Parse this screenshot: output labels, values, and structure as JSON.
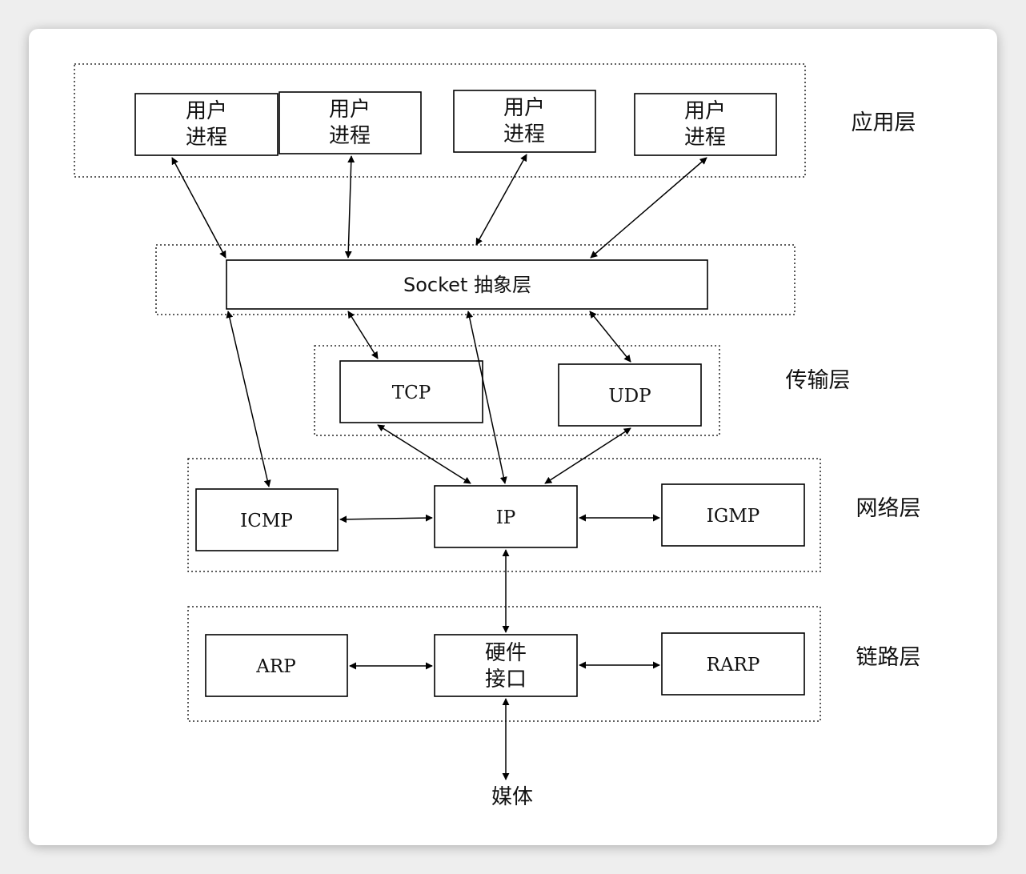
{
  "layers": {
    "application": "应用层",
    "transport": "传输层",
    "network": "网络层",
    "link": "链路层"
  },
  "nodes": {
    "user_process_1": [
      "用户",
      "进程"
    ],
    "user_process_2": [
      "用户",
      "进程"
    ],
    "user_process_3": [
      "用户",
      "进程"
    ],
    "user_process_4": [
      "用户",
      "进程"
    ],
    "socket": "Socket 抽象层",
    "tcp": "TCP",
    "udp": "UDP",
    "icmp": "ICMP",
    "ip": "IP",
    "igmp": "IGMP",
    "arp": "ARP",
    "hw_interface": [
      "硬件",
      "接口"
    ],
    "rarp": "RARP",
    "media": "媒体"
  },
  "colors": {
    "stroke": "#000000",
    "background": "#ffffff",
    "frame": "#eeeeee"
  }
}
